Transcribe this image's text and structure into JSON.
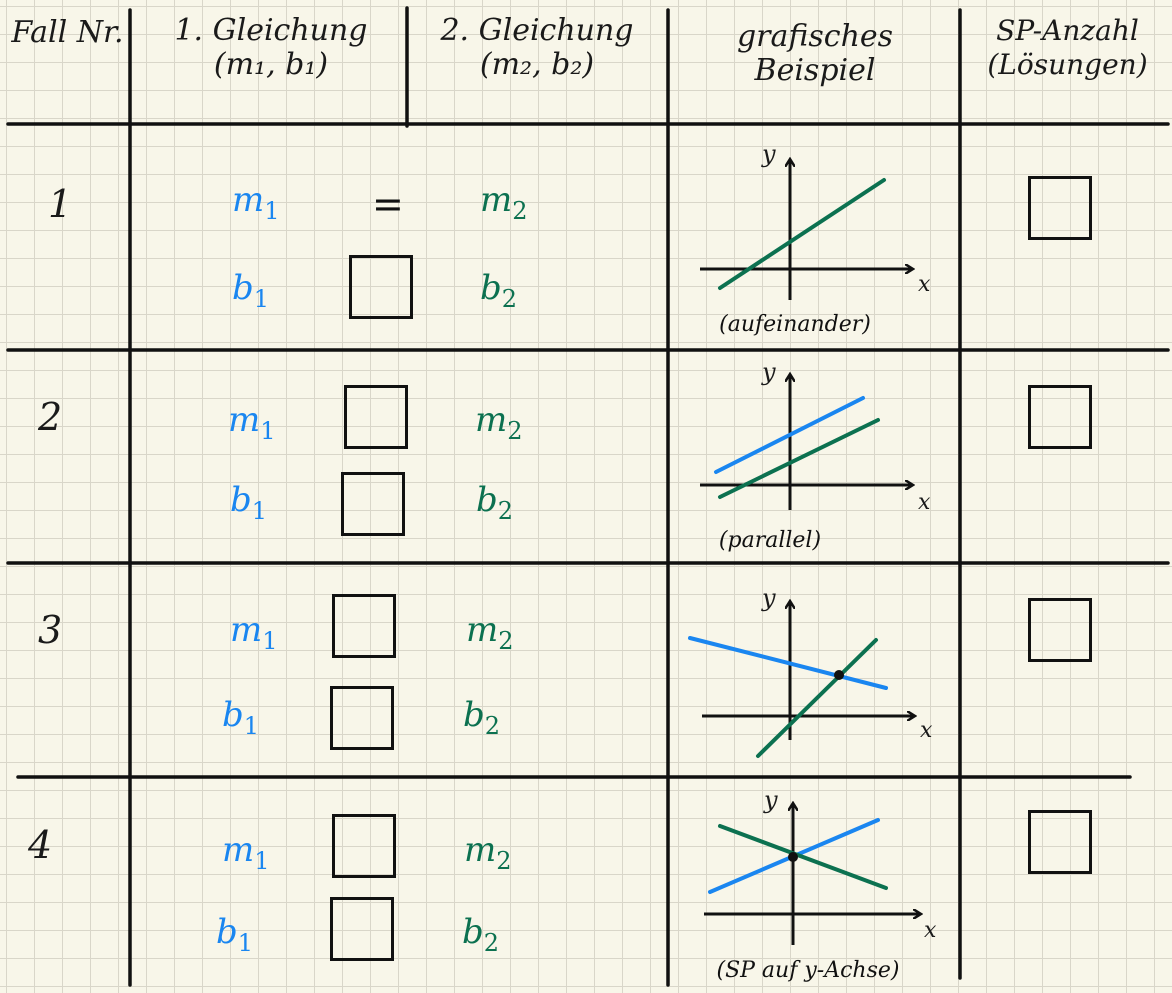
{
  "headers": {
    "fall": "Fall Nr.",
    "eq1_line1": "1. Gleichung",
    "eq1_line2": "(m₁, b₁)",
    "eq2_line1": "2. Gleichung",
    "eq2_line2": "(m₂, b₂)",
    "graph_line1": "grafisches",
    "graph_line2": "Beispiel",
    "sp_line1": "SP-Anzahl",
    "sp_line2": "(Lösungen)"
  },
  "rows": [
    {
      "nr": "1",
      "m1": "m",
      "m1_sub": "1",
      "m2": "m",
      "m2_sub": "2",
      "b1": "b",
      "b1_sub": "1",
      "b2": "b",
      "b2_sub": "2",
      "relation_m": "=",
      "caption": "(aufeinander)"
    },
    {
      "nr": "2",
      "m1": "m",
      "m1_sub": "1",
      "m2": "m",
      "m2_sub": "2",
      "b1": "b",
      "b1_sub": "1",
      "b2": "b",
      "b2_sub": "2",
      "caption": "(parallel)"
    },
    {
      "nr": "3",
      "m1": "m",
      "m1_sub": "1",
      "m2": "m",
      "m2_sub": "2",
      "b1": "b",
      "b1_sub": "1",
      "b2": "b",
      "b2_sub": "2",
      "caption": ""
    },
    {
      "nr": "4",
      "m1": "m",
      "m1_sub": "1",
      "m2": "m",
      "m2_sub": "2",
      "b1": "b",
      "b1_sub": "1",
      "b2": "b",
      "b2_sub": "2",
      "caption": "(SP auf y-Achse)"
    }
  ],
  "axis_labels": {
    "y": "y",
    "x": "x"
  },
  "colors": {
    "blue": "#1a86f0",
    "green": "#0c7150",
    "ink": "#111111"
  }
}
